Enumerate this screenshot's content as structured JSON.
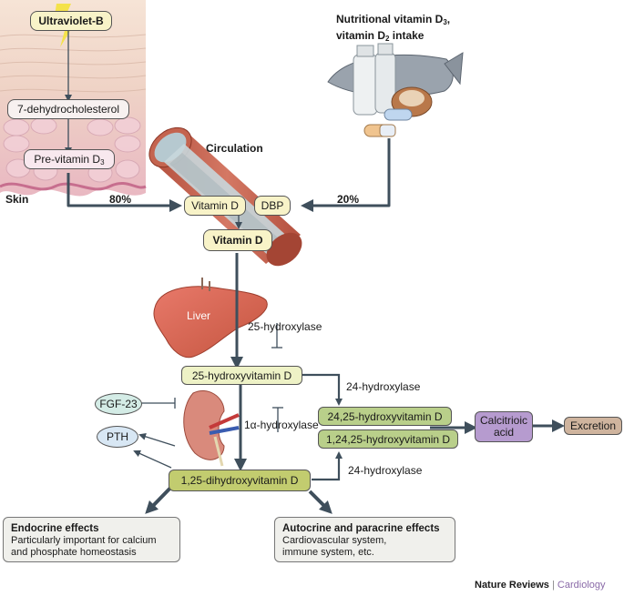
{
  "skin": {
    "uvb_label": "Ultraviolet-B",
    "dehydro_label": "7-dehydrocholesterol",
    "previtamin_label": "Pre-vitamin D",
    "previtamin_sub": "3",
    "skin_label": "Skin",
    "percent": "80%"
  },
  "diet": {
    "line1_a": "Nutritional vitamin D",
    "line1_sub": "3",
    "line1_b": ",",
    "line2_a": "vitamin D",
    "line2_sub": "2",
    "line2_b": " intake",
    "percent": "20%"
  },
  "circulation": {
    "title": "Circulation",
    "vitamin_d_label": "Vitamin D",
    "dbp_label": "DBP",
    "vitamin_d_free_label": "Vitamin D"
  },
  "liver": {
    "label": "Liver"
  },
  "pathway": {
    "hydroxylase_25": "25-hydroxylase",
    "hydroxyvitamin_25": "25-hydroxyvitamin D",
    "hydroxylase_24_a": "24-hydroxylase",
    "hydroxyvitamin_2425": "24,25-hydroxyvitamin D",
    "hydroxyvitamin_12425": "1,24,25-hydroxyvitamin D",
    "hydroxylase_24_b": "24-hydroxylase",
    "hydroxylase_1a": "1α-hydroxylase",
    "dihydroxyvitamin": "1,25-dihydroxyvitamin D",
    "calcitroic": "Calcitrioic acid",
    "excretion": "Excretion"
  },
  "regulators": {
    "fgf23": "FGF-23",
    "pth": "PTH"
  },
  "effects": {
    "endocrine_title": "Endocrine effects",
    "endocrine_text_1": "Particularly important for calcium",
    "endocrine_text_2": "and phosphate homeostasis",
    "autocrine_title": "Autocrine and paracrine effects",
    "autocrine_text_1": "Cardiovascular system,",
    "autocrine_text_2": "immune system, etc."
  },
  "credit": {
    "journal": "Nature Reviews",
    "separator": "|",
    "section": "Cardiology"
  },
  "colors": {
    "arrow": "#3f4f5c",
    "pale_yellow": "#f8f3c8",
    "pale_green": "#eef2c6",
    "green_box": "#b9cf8a",
    "olive_box": "#c2cc6f",
    "purple_box": "#b69bcf",
    "brown_box": "#cfb49e",
    "teal_oval": "#d4ece6",
    "blue_oval": "#d8e7f4",
    "credit_purple": "#8a6aa8"
  }
}
